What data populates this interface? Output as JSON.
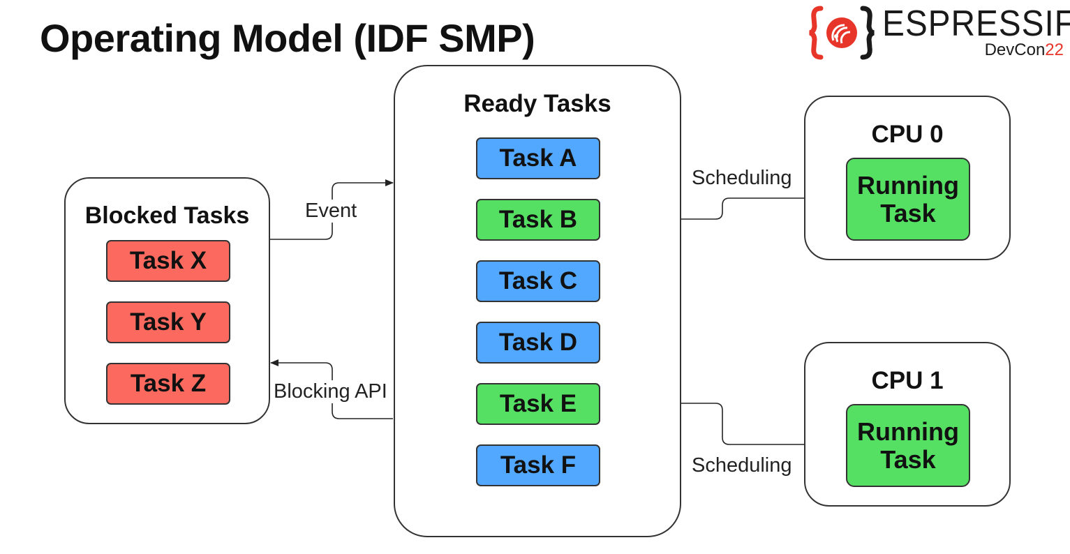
{
  "title": "Operating Model (IDF SMP)",
  "logo": {
    "word": "ESPRESSIF",
    "sub_prefix": "DevCon",
    "sub_year": "22",
    "accent": "#e8352a"
  },
  "blocked": {
    "title": "Blocked Tasks",
    "tasks": [
      "Task X",
      "Task Y",
      "Task Z"
    ]
  },
  "ready": {
    "title": "Ready Tasks",
    "tasks": [
      "Task A",
      "Task B",
      "Task C",
      "Task D",
      "Task E",
      "Task F"
    ]
  },
  "cpu0": {
    "title": "CPU 0",
    "running_line1": "Running",
    "running_line2": "Task"
  },
  "cpu1": {
    "title": "CPU 1",
    "running_line1": "Running",
    "running_line2": "Task"
  },
  "edges": {
    "event": "Event",
    "blocking": "Blocking API",
    "sched0": "Scheduling",
    "sched1": "Scheduling"
  },
  "colors": {
    "ready_waiting": "#52a7ff",
    "ready_running": "#56e063",
    "blocked": "#fc6a5f"
  }
}
